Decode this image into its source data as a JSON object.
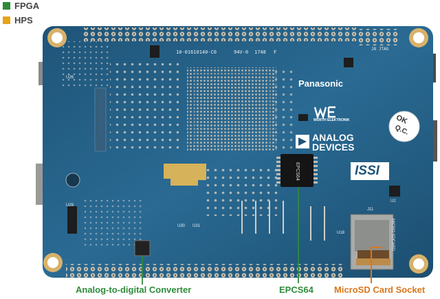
{
  "legend": [
    {
      "label": "FPGA",
      "color": "#2e8b3a"
    },
    {
      "label": "HPS",
      "color": "#e8a317"
    }
  ],
  "board": {
    "silkscreen": {
      "part_number": "10-01610140-C0",
      "rating": "94V-0",
      "date_code": "1748",
      "grade": "F",
      "jtag": "J8 JTAG",
      "u26": "U26",
      "u29": "U29",
      "u30": "U30",
      "u31": "U31",
      "u2": "U2",
      "u18": "U18",
      "j11": "J11",
      "micro_sdcard": "MICRO SDCARD"
    },
    "logos": {
      "panasonic": "Panasonic",
      "we": "WÜRTH ELEKTRONIK",
      "analog_line1": "ANALOG",
      "analog_line2": "DEVICES",
      "issi": "ISSI",
      "qc1": "OK",
      "qc2": "Q.C."
    },
    "chip": "EPCS64"
  },
  "callouts": [
    {
      "label": "Analog-to-digital Converter",
      "color": "#2e8b3a"
    },
    {
      "label": "EPCS64",
      "color": "#2e8b3a"
    },
    {
      "label": "MicroSD Card Socket",
      "color": "#d9771c"
    }
  ]
}
